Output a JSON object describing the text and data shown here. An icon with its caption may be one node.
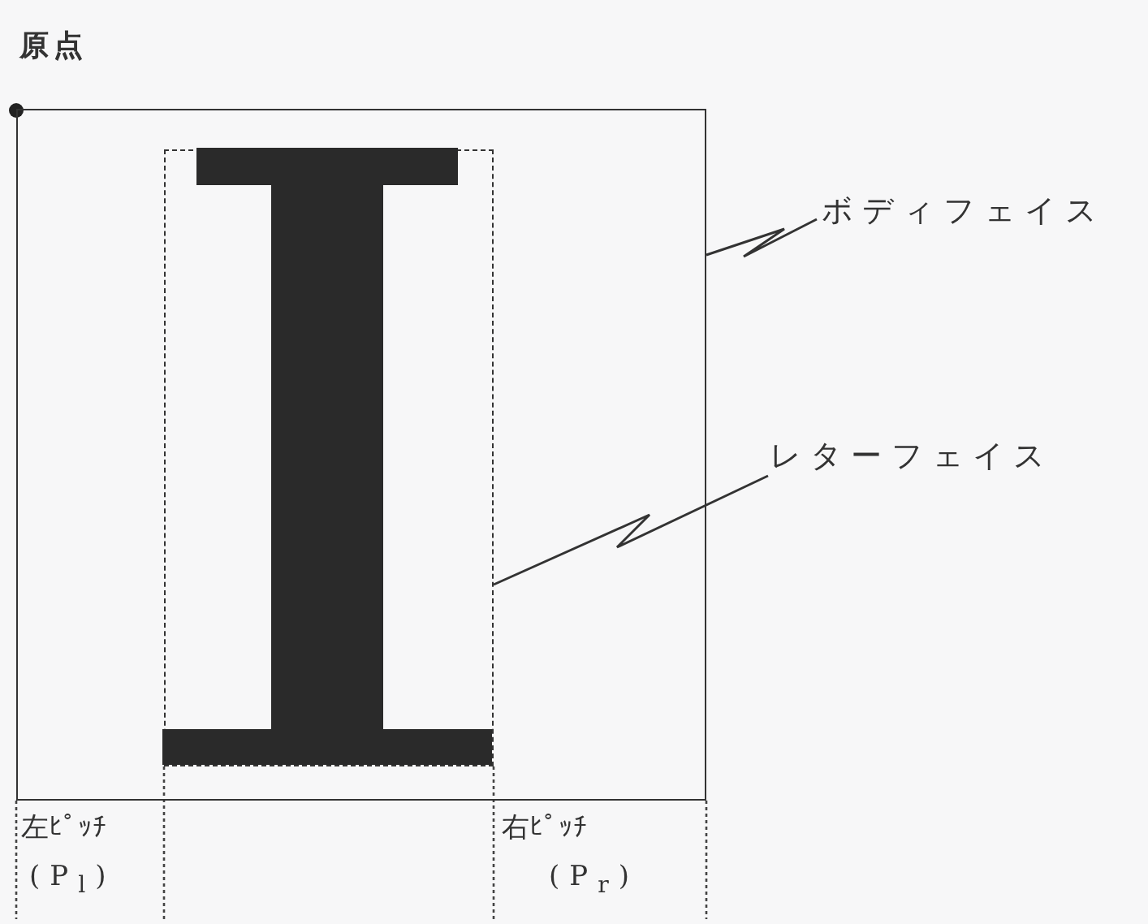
{
  "diagram": {
    "nodes": [
      {
        "text": [],
        "shape": "box"
      },
      {
        "text": [],
        "shape": "box",
        "in": 0
      },
      {
        "text": [
          "ボディフェイス"
        ]
      },
      {
        "text": [
          "レターフェイス"
        ]
      }
    ],
    "edges": [
      {
        "from": 2,
        "to": 0,
        "arrow": "none"
      },
      {
        "from": 3,
        "to": 1,
        "arrow": "none"
      }
    ],
    "labels": [
      "原点",
      "左ﾋﾟｯﾁ",
      "(P$_{l}$)",
      "右ﾋﾟｯﾁ",
      "(P$_{r}$)"
    ]
  }
}
